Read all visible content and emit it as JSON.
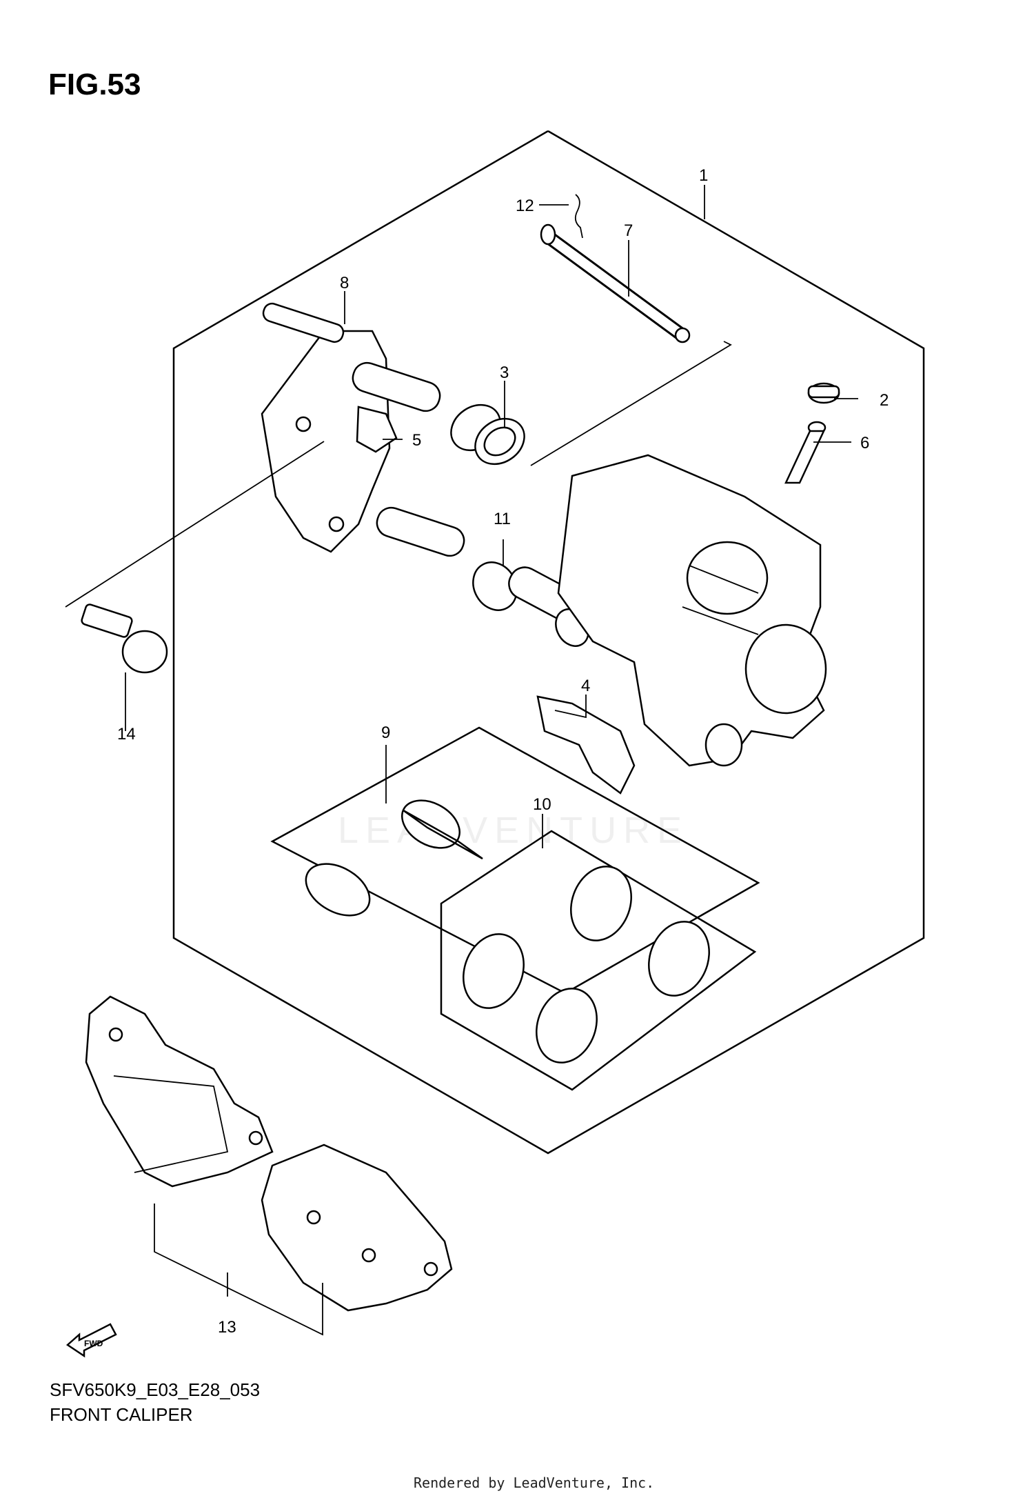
{
  "figure": {
    "title": "FIG.53",
    "model_code": "SFV650K9_E03_E28_053",
    "name": "FRONT CALIPER"
  },
  "watermark": "LEADVENTURE",
  "rendered_by": "Rendered by LeadVenture, Inc.",
  "fwd_label": "FWD",
  "callouts": [
    {
      "id": "c1",
      "label": "1"
    },
    {
      "id": "c2",
      "label": "2"
    },
    {
      "id": "c3",
      "label": "3"
    },
    {
      "id": "c4",
      "label": "4"
    },
    {
      "id": "c5",
      "label": "5"
    },
    {
      "id": "c6",
      "label": "6"
    },
    {
      "id": "c7",
      "label": "7"
    },
    {
      "id": "c8",
      "label": "8"
    },
    {
      "id": "c9",
      "label": "9"
    },
    {
      "id": "c10",
      "label": "10"
    },
    {
      "id": "c11",
      "label": "11"
    },
    {
      "id": "c12",
      "label": "12"
    },
    {
      "id": "c13",
      "label": "13"
    },
    {
      "id": "c14",
      "label": "14"
    }
  ]
}
